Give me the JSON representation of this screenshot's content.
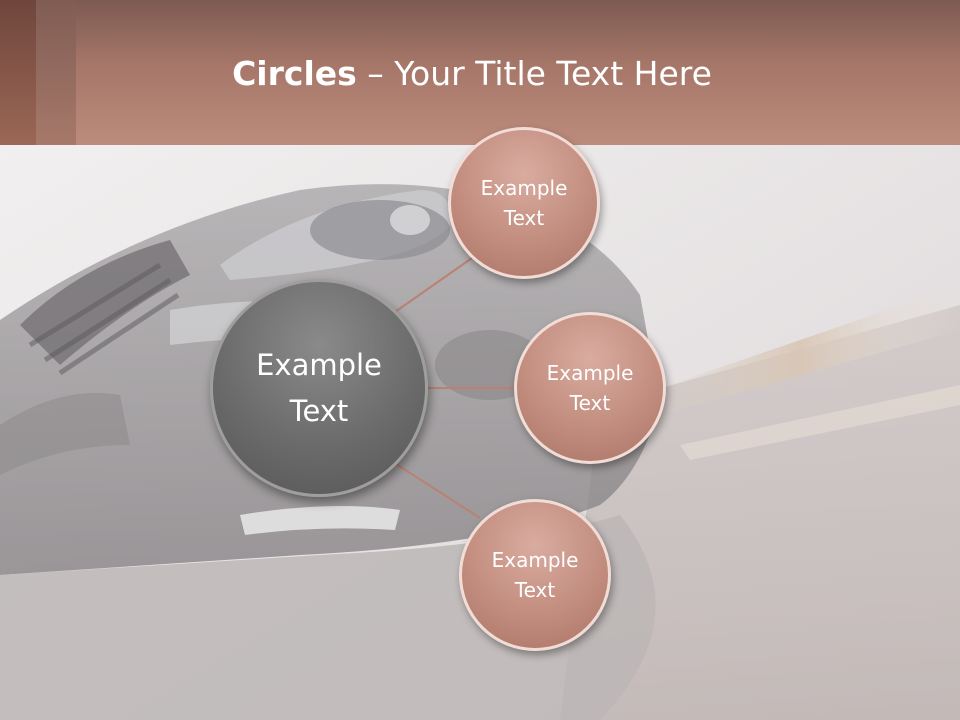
{
  "slide": {
    "title_bold": "Circles",
    "title_rest": " – Your Title Text Here"
  },
  "diagram": {
    "center": {
      "line1": "Example",
      "line2": "Text"
    },
    "satellites": [
      {
        "line1": "Example",
        "line2": "Text"
      },
      {
        "line1": "Example",
        "line2": "Text"
      },
      {
        "line1": "Example",
        "line2": "Text"
      }
    ]
  },
  "colors": {
    "header": "#a67769",
    "satellite_fill": "#c28d7f",
    "center_fill": "#6b6b6b",
    "connector": "#b98272"
  }
}
